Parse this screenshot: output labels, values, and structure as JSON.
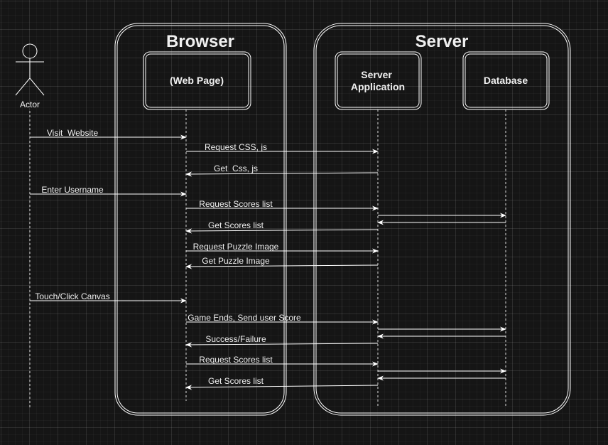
{
  "colors": {
    "background": "#151515",
    "stroke": "#ffffff",
    "text": "#f0f0f0"
  },
  "groups": [
    {
      "id": "browser",
      "title": "Browser"
    },
    {
      "id": "server",
      "title": "Server"
    }
  ],
  "actor": {
    "label": "Actor"
  },
  "participants": [
    {
      "id": "web_page",
      "label_lines": [
        "(Web Page)"
      ]
    },
    {
      "id": "server_app",
      "label_lines": [
        "Server",
        "Application"
      ]
    },
    {
      "id": "database",
      "label_lines": [
        "Database"
      ]
    }
  ],
  "messages": [
    {
      "from": "actor",
      "to": "web_page",
      "label": "Visit  Website"
    },
    {
      "from": "web_page",
      "to": "server_app",
      "label": "Request CSS, js"
    },
    {
      "from": "server_app",
      "to": "web_page",
      "label": "Get  Css, js"
    },
    {
      "from": "actor",
      "to": "web_page",
      "label": "Enter Username"
    },
    {
      "from": "web_page",
      "to": "server_app",
      "label": "Request Scores list"
    },
    {
      "from": "server_app",
      "to": "database",
      "label": ""
    },
    {
      "from": "database",
      "to": "server_app",
      "label": ""
    },
    {
      "from": "server_app",
      "to": "web_page",
      "label": "Get Scores list"
    },
    {
      "from": "web_page",
      "to": "server_app",
      "label": "Request Puzzle Image"
    },
    {
      "from": "server_app",
      "to": "web_page",
      "label": "Get Puzzle Image"
    },
    {
      "from": "actor",
      "to": "web_page",
      "label": "Touch/Click Canvas"
    },
    {
      "from": "web_page",
      "to": "server_app",
      "label": "Game Ends, Send user Score"
    },
    {
      "from": "server_app",
      "to": "database",
      "label": ""
    },
    {
      "from": "database",
      "to": "server_app",
      "label": ""
    },
    {
      "from": "server_app",
      "to": "web_page",
      "label": "Success/Failure"
    },
    {
      "from": "web_page",
      "to": "server_app",
      "label": "Request Scores list"
    },
    {
      "from": "server_app",
      "to": "database",
      "label": ""
    },
    {
      "from": "database",
      "to": "server_app",
      "label": ""
    },
    {
      "from": "server_app",
      "to": "web_page",
      "label": "Get Scores list"
    }
  ]
}
